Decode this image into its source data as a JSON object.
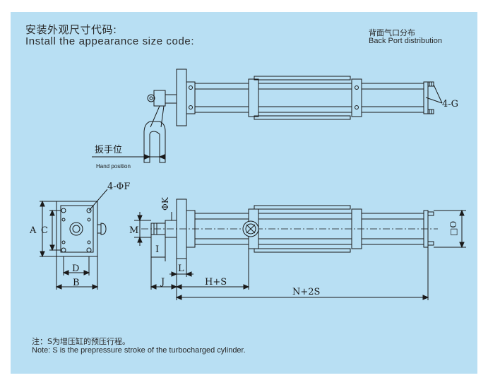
{
  "heading": {
    "cn": "安装外观尺寸代码:",
    "en": "Install the appearance size code:"
  },
  "back_port": {
    "cn": "背面气口分布",
    "en": "Back Port distribution"
  },
  "hand_position": {
    "cn": "扳手位",
    "en": "Hand position"
  },
  "dimensions": {
    "four_g": "4-G",
    "four_phi_f": "4-ΦF",
    "phi_k": "ΦK",
    "a": "A",
    "c": "C",
    "m": "M",
    "i": "I",
    "d": "D",
    "b": "B",
    "l": "L",
    "j": "J",
    "h_s": "H+S",
    "n_2s": "N+2S",
    "o": "□O"
  },
  "note": {
    "cn": "注：S为增压缸的预压行程。",
    "en": "Note: S is the prepressure stroke of the turbocharged cylinder."
  }
}
